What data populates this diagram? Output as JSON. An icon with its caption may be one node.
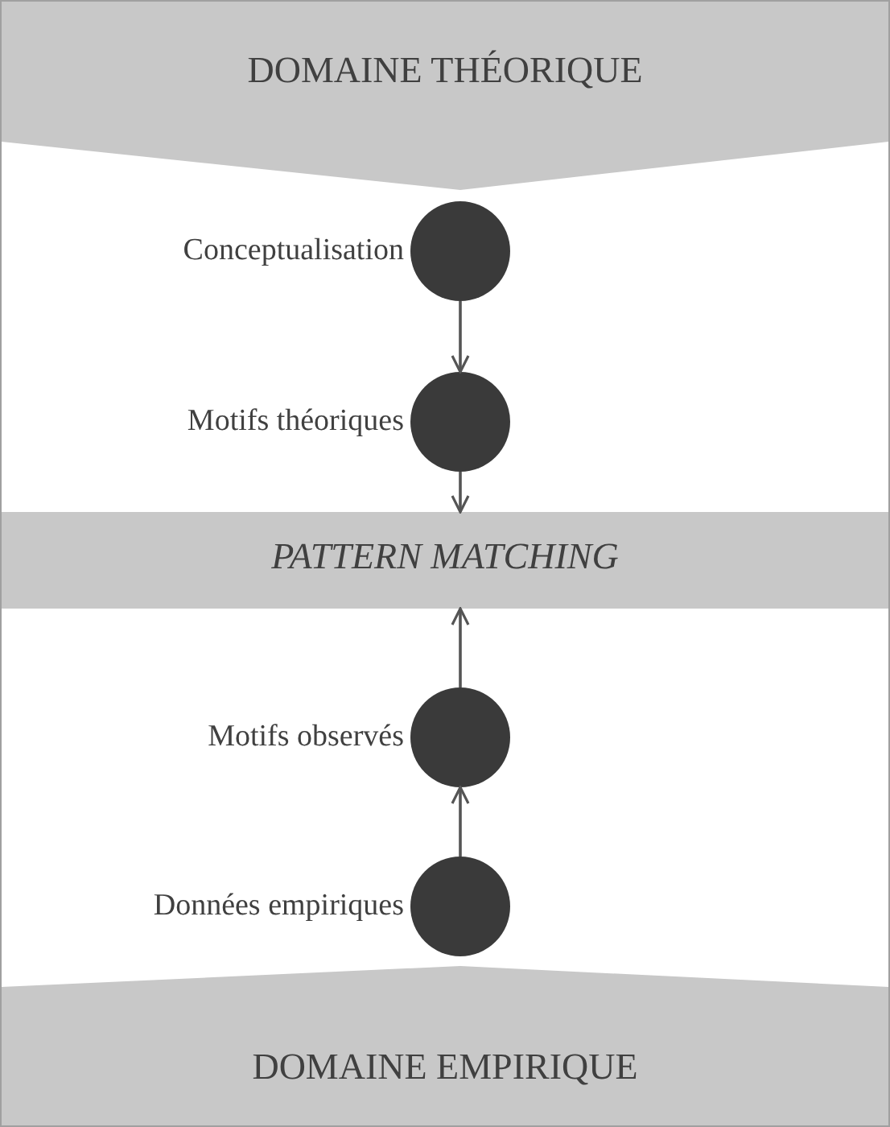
{
  "diagram": {
    "nodes": [
      {
        "text": [
          "DOMAINE THÉORIQUE"
        ]
      },
      {
        "text": [
          "Conceptualisation"
        ]
      },
      {
        "text": [
          "Motifs théoriques"
        ]
      },
      {
        "text": [
          "PATTERN MATCHING"
        ]
      },
      {
        "text": [
          "Motifs observés"
        ]
      },
      {
        "text": [
          "Données empiriques"
        ]
      },
      {
        "text": [
          "DOMAINE EMPIRIQUE"
        ]
      }
    ],
    "edges": [
      {
        "from": 1,
        "to": 2,
        "arrow": "to"
      },
      {
        "from": 2,
        "to": 3,
        "arrow": "to"
      },
      {
        "from": 4,
        "to": 3,
        "arrow": "to"
      },
      {
        "from": 5,
        "to": 4,
        "arrow": "to"
      }
    ]
  }
}
